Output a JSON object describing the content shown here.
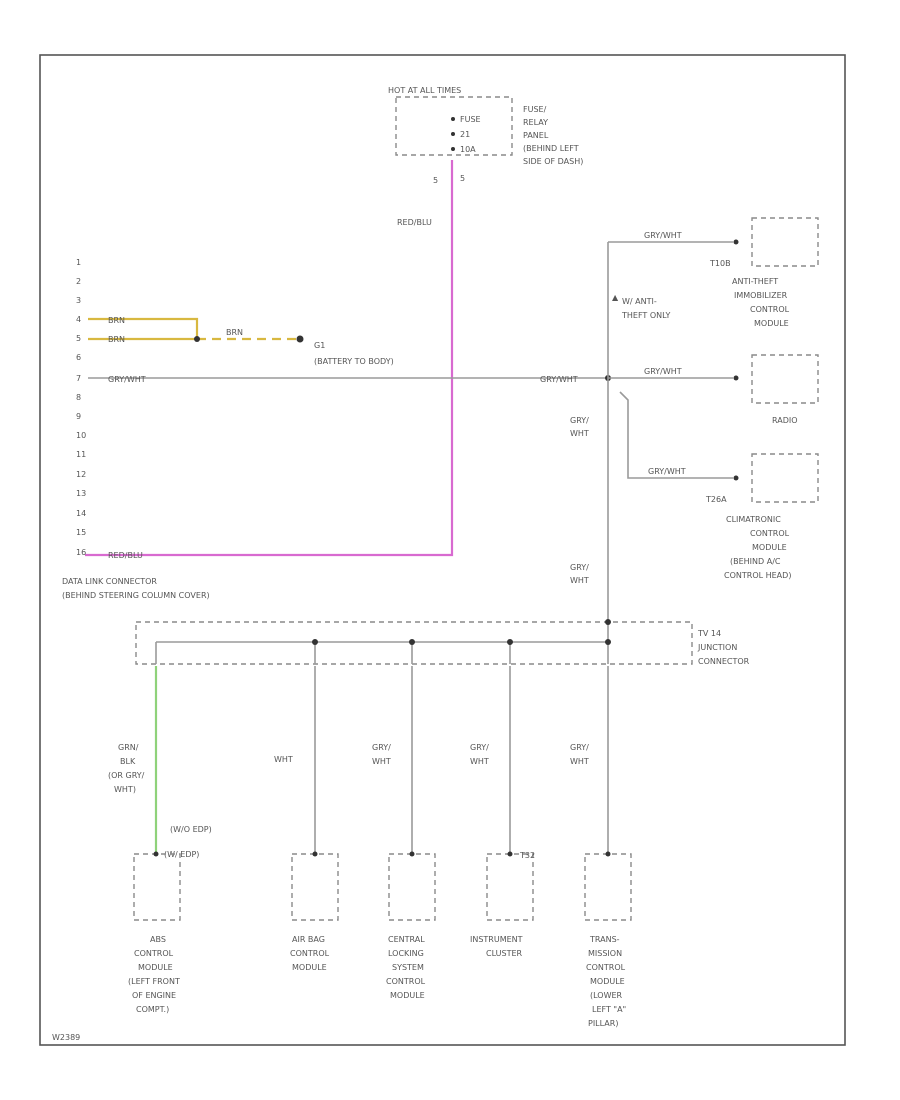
{
  "diagram": {
    "fuse_panel": {
      "header": "HOT AT ALL TIMES",
      "pin_labels": [
        "FUSE",
        "21",
        "10A"
      ],
      "desc": [
        "FUSE/",
        "RELAY",
        "PANEL",
        "(BEHIND LEFT",
        "SIDE OF DASH)"
      ],
      "pin_no": "5"
    },
    "red_blu_label": "RED/BLU",
    "dlc": {
      "pins": [
        "1",
        "2",
        "3",
        "4",
        "5",
        "6",
        "7",
        "8",
        "9",
        "10",
        "11",
        "12",
        "13",
        "14",
        "15",
        "16"
      ],
      "brn_label_1": "BRN",
      "brn_label_2": "BRN",
      "brn_label_3": "BRN",
      "gry_wht_label": "GRY/WHT",
      "red_blu_label": "RED/BLU",
      "caption": [
        "DATA LINK CONNECTOR",
        "(BEHIND STEERING COLUMN COVER)"
      ]
    },
    "ground": {
      "name": "G1",
      "desc": "(BATTERY TO BODY)"
    },
    "splice_label": "GRY/WHT",
    "theft_note": [
      "W/ ANTI-",
      "THEFT ONLY"
    ],
    "anti_theft": {
      "wire": "GRY/WHT",
      "connector": "T10B",
      "name": [
        "ANTI-THEFT",
        "IMMOBILIZER",
        "CONTROL",
        "MODULE"
      ]
    },
    "radio": {
      "wire": "GRY/WHT",
      "name": [
        "RADIO"
      ]
    },
    "climatronic": {
      "wire": "GRY/WHT",
      "connector": "T26A",
      "name": [
        "CLIMATRONIC",
        "CONTROL",
        "MODULE",
        "(BEHIND A/C",
        "CONTROL HEAD)"
      ]
    },
    "trunk_label_1": [
      "GRY/",
      "WHT"
    ],
    "trunk_label_2": [
      "GRY/",
      "WHT"
    ],
    "junction": {
      "name": [
        "TV 14",
        "JUNCTION",
        "CONNECTOR"
      ]
    },
    "modules": [
      {
        "wire": [
          "GRN/",
          "BLK",
          "(OR GRY/",
          "WHT)"
        ],
        "name": [
          "ABS",
          "CONTROL",
          "MODULE",
          "(LEFT FRONT",
          "OF ENGINE",
          "COMPT.)"
        ],
        "note_a": "(W/O EDP)",
        "note_b": "(W/ EDP)"
      },
      {
        "wire": [
          "WHT"
        ],
        "name": [
          "AIR BAG",
          "CONTROL",
          "MODULE"
        ]
      },
      {
        "wire": [
          "GRY/",
          "WHT"
        ],
        "name": [
          "CENTRAL",
          "LOCKING",
          "SYSTEM",
          "CONTROL",
          "MODULE"
        ]
      },
      {
        "wire": [
          "GRY/",
          "WHT"
        ],
        "name": [
          "INSTRUMENT",
          "CLUSTER"
        ],
        "connector": "T32"
      },
      {
        "wire": [
          "GRY/",
          "WHT"
        ],
        "name": [
          "TRANS-",
          "MISSION",
          "CONTROL",
          "MODULE",
          "(LOWER",
          "LEFT \"A\"",
          "PILLAR)"
        ]
      }
    ],
    "code": "W2389"
  },
  "colors": {
    "frame": "#555555",
    "wire": "#9a9a9a",
    "red_blu": "#d86ad0",
    "brn": "#d8b840",
    "grn": "#8fd27a"
  }
}
